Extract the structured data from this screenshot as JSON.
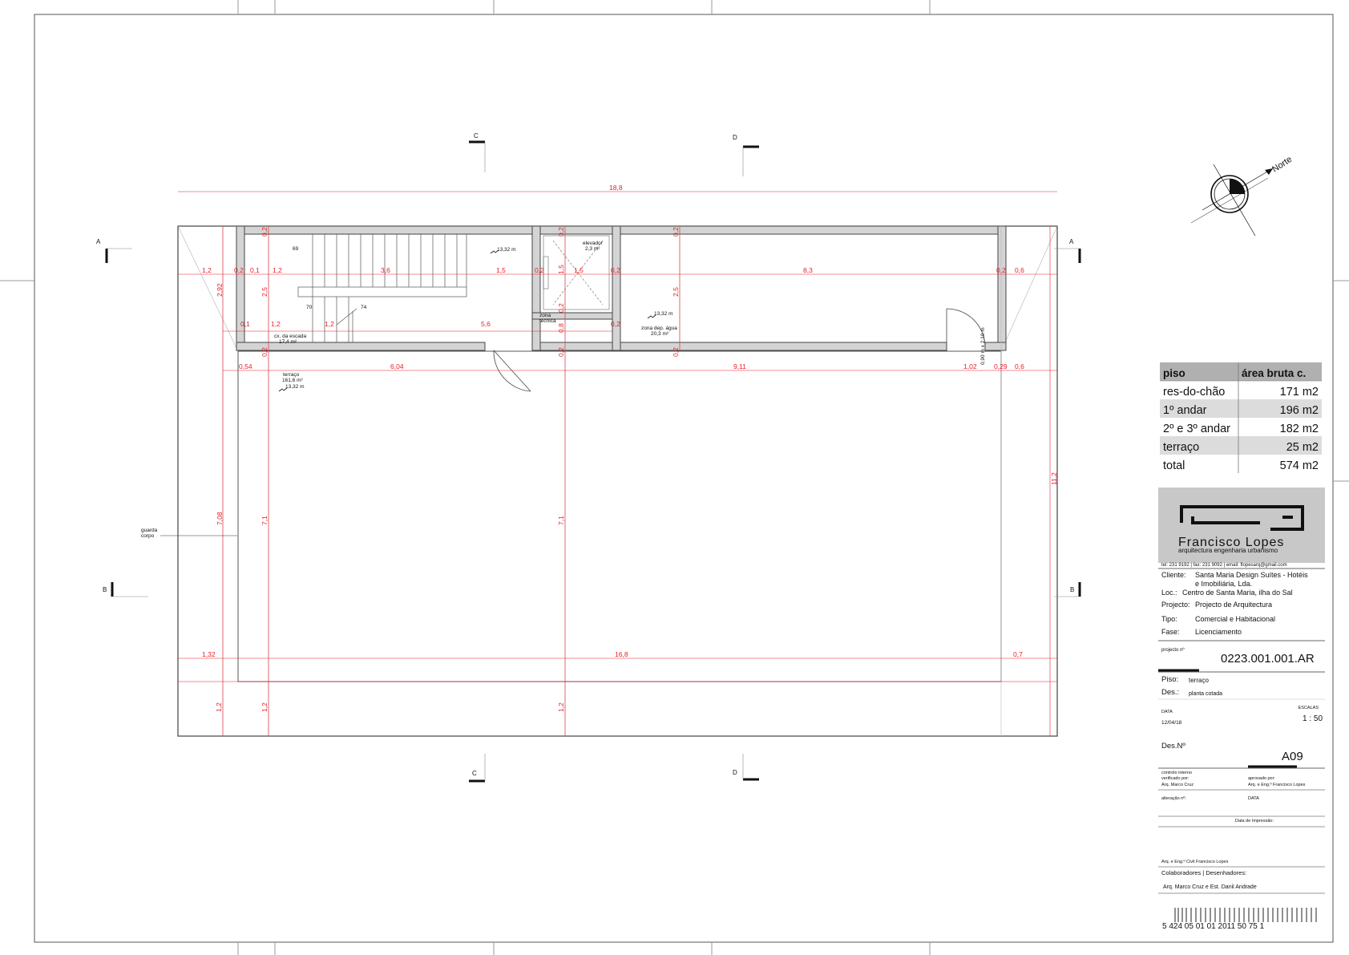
{
  "sections": {
    "a": "A",
    "b": "B",
    "c": "C",
    "d": "D"
  },
  "north": "Norte",
  "dims": {
    "overall_width": "18,8",
    "overall_depth": "11,2",
    "row1": [
      "1,2",
      "0,2",
      "0,1",
      "1,2",
      "3,6",
      "1,5",
      "0,2",
      "1,5",
      "1,5",
      "0,2",
      "8,3",
      "0,2",
      "0,6"
    ],
    "row2": [
      "0,1",
      "1,2",
      "1,2",
      "5,6",
      "0,8",
      "0,2"
    ],
    "row3": [
      "0,54",
      "6,04",
      "9,11",
      "1,02",
      "0,29",
      "0,6"
    ],
    "row4": [
      "1,32",
      "16,8",
      "0,7"
    ],
    "bottom": [
      "1,2",
      "1,2",
      "1,2"
    ],
    "vert": [
      "2,92",
      "2,5",
      "2,5",
      "7,08",
      "7,1",
      "7,1"
    ],
    "small": [
      "0,2",
      "0,2",
      "0,2",
      "0,2",
      "0,2",
      "0,2",
      "0,2",
      "0,2",
      "0,2"
    ],
    "door": "0,90 m x 2,10 m"
  },
  "rooms": {
    "stair_num1": "69",
    "stair_num2": "70",
    "stair_num3": "74",
    "stair_name": "cx. da escada",
    "stair_area": "17,4 m²",
    "level1": "13,32 m",
    "elevator_name": "elevador",
    "elevator_area": "2,3 m²",
    "tech_name1": "zona",
    "tech_name2": "técnica",
    "level2": "13,32 m",
    "wet_name": "zona dep. água",
    "wet_area": "20,3 m²",
    "terrace_name": "terraço",
    "terrace_area": "161,6 m²",
    "terrace_level": "13,32 m",
    "guard1": "guarda",
    "guard2": "corpo"
  },
  "area_table": {
    "headers": [
      "piso",
      "área bruta c."
    ],
    "rows": [
      [
        "res-do-chão",
        "171 m2"
      ],
      [
        "1º andar",
        "196 m2"
      ],
      [
        "2º e 3º andar",
        "182 m2"
      ],
      [
        "terraço",
        "25 m2"
      ],
      [
        "total",
        "574 m2"
      ]
    ]
  },
  "firm": {
    "name": "Francisco Lopes",
    "tagline": "arquitectura engenharia urbanismo",
    "contact": "tel: 231 9192   |   fax: 231 9092   |   email: flopesarq@gmail.com"
  },
  "titleblock": {
    "cliente_label": "Cliente:",
    "cliente1": "Santa Maria Design Suítes - Hotéis",
    "cliente2": "e Imobiliária, Lda.",
    "loc_label": "Loc.:",
    "loc": "Centro de Santa Maria, ilha do Sal",
    "projecto_label": "Projecto:",
    "projecto": "Projecto de Arquitectura",
    "tipo_label": "Tipo:",
    "tipo": "Comercial e Habitacional",
    "fase_label": "Fase:",
    "fase": "Licenciamento",
    "projnum_label": "projecto nº",
    "projnum": "0223.001.001.AR",
    "piso_label": "Piso:",
    "piso": "terraço",
    "des_label": "Des.:",
    "des": "planta cotada",
    "data_label": "DATA",
    "data": "12/04/18",
    "escalas_label": "ESCALAS",
    "escala": "1 : 50",
    "desno_label": "Des.Nº",
    "desno": "A09",
    "controlo1": "controlo interno",
    "controlo2": "verificado por:",
    "verificado": "Arq. Marco Cruz",
    "aprovado_label": "aprovado por:",
    "aprovado": "Arq. e Eng.º Francisco Lopes",
    "alteracao": "alteração nº:",
    "data2": "DATA",
    "impressao": "Data de Impressão:",
    "autor": "Arq. e Eng.º Civil Francisco  Lopes",
    "colab_label": "Colaboradores | Desenhadores:",
    "colab": "Arq. Marco Cruz e Est. Danil Andrade",
    "barcode": "5  424  05 01 01  2011 50  75  1"
  }
}
